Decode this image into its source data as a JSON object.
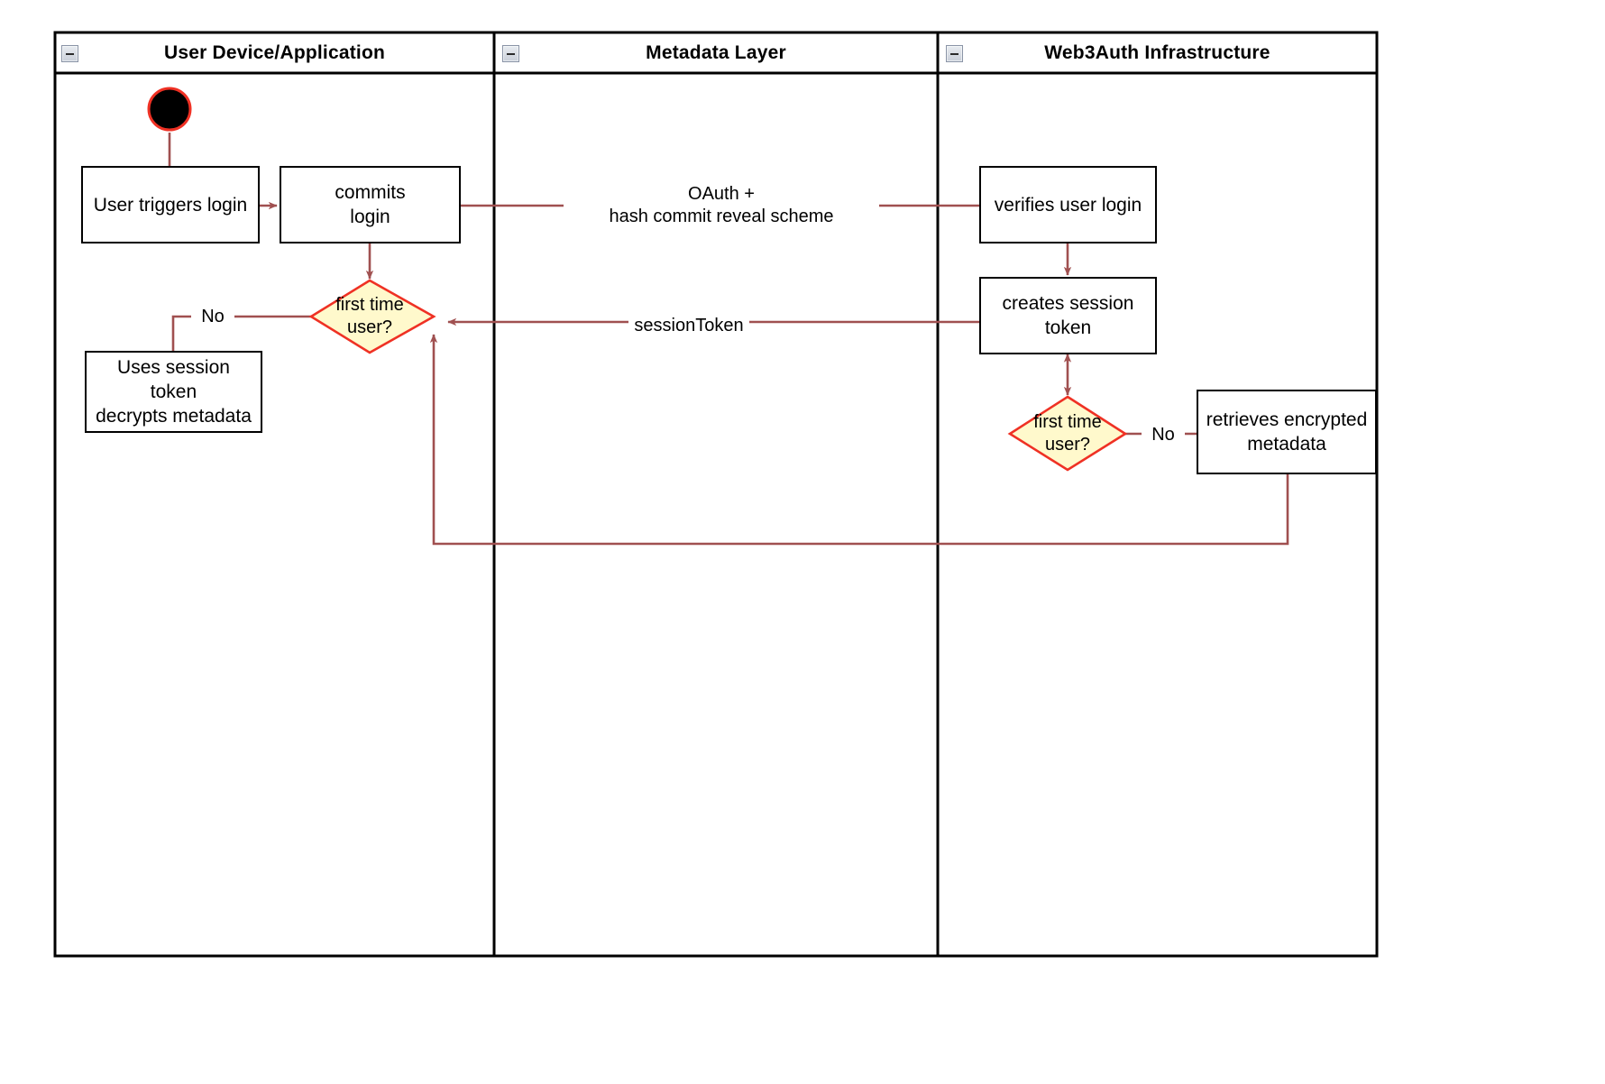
{
  "diagram": {
    "type": "swimlane-activity-diagram",
    "colors": {
      "lane_border": "#000000",
      "node_border": "#000000",
      "node_fill": "#ffffff",
      "decision_fill": "#fff9cc",
      "decision_border": "#ef3124",
      "connector": "#a05050",
      "start_node_fill": "#000000",
      "start_node_ring": "#ef3124",
      "page_background": "#ffffff"
    },
    "lanes": [
      {
        "id": "lane-user-device",
        "title": "User Device/Application",
        "collapse_icon": "minus-box-icon"
      },
      {
        "id": "lane-metadata",
        "title": "Metadata Layer",
        "collapse_icon": "minus-box-icon"
      },
      {
        "id": "lane-web3auth",
        "title": "Web3Auth Infrastructure",
        "collapse_icon": "minus-box-icon"
      }
    ],
    "nodes": [
      {
        "id": "start",
        "lane": "lane-user-device",
        "shape": "start-node",
        "label": ""
      },
      {
        "id": "user-triggers-login",
        "lane": "lane-user-device",
        "shape": "activity",
        "label": "User triggers login"
      },
      {
        "id": "commits-login",
        "lane": "lane-user-device",
        "shape": "activity",
        "label": "commits\nlogin"
      },
      {
        "id": "first-time-user-left",
        "lane": "lane-user-device",
        "shape": "decision",
        "label": "first time\nuser?"
      },
      {
        "id": "uses-session-token",
        "lane": "lane-user-device",
        "shape": "activity",
        "label": "Uses session\ntoken\ndecrypts metadata"
      },
      {
        "id": "verifies-user-login",
        "lane": "lane-web3auth",
        "shape": "activity",
        "label": "verifies user login"
      },
      {
        "id": "creates-session-token",
        "lane": "lane-web3auth",
        "shape": "activity",
        "label": "creates session\ntoken"
      },
      {
        "id": "first-time-user-right",
        "lane": "lane-web3auth",
        "shape": "decision",
        "label": "first time\nuser?"
      },
      {
        "id": "retrieves-encrypted-metadata",
        "lane": "lane-web3auth",
        "shape": "activity",
        "label": "retrieves encrypted\nmetadata"
      }
    ],
    "edge_labels": [
      {
        "id": "oauth-label",
        "text": "OAuth +\nhash commit reveal scheme"
      },
      {
        "id": "no-left-label",
        "text": "No"
      },
      {
        "id": "session-token-label",
        "text": "sessionToken"
      },
      {
        "id": "no-right-label",
        "text": "No"
      }
    ]
  }
}
